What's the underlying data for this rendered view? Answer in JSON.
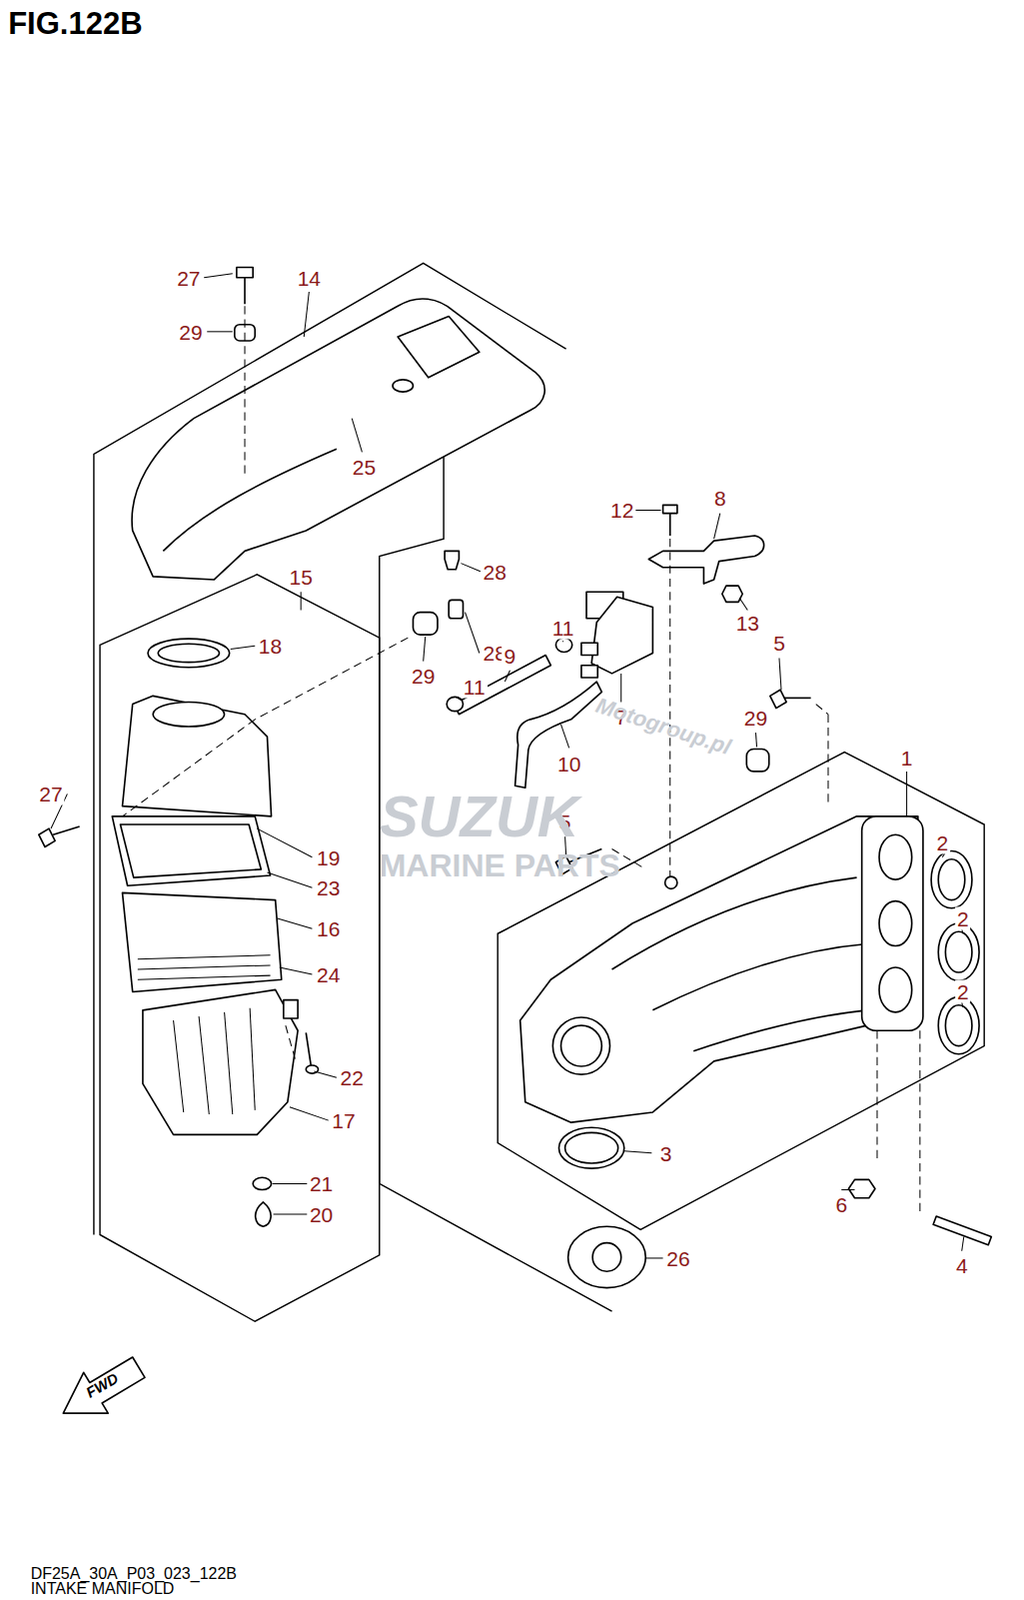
{
  "diagram": {
    "title": "FIG.122B",
    "caption": "INTAKE MANIFOLD",
    "labels": [
      "27",
      "14",
      "29",
      "25",
      "8",
      "12",
      "28",
      "15",
      "11",
      "13",
      "18",
      "28",
      "9",
      "5",
      "29",
      "11",
      "7",
      "29",
      "1",
      "10",
      "27",
      "5",
      "2",
      "19",
      "23",
      "2",
      "16",
      "24",
      "2",
      "22",
      "17",
      "3",
      "21",
      "6",
      "20",
      "26",
      "4",
      "SUZUK",
      "MARINE PARTS",
      "Motogroup.pl",
      "FWD",
      "DF25A_30A_P03_023_122B"
    ]
  }
}
